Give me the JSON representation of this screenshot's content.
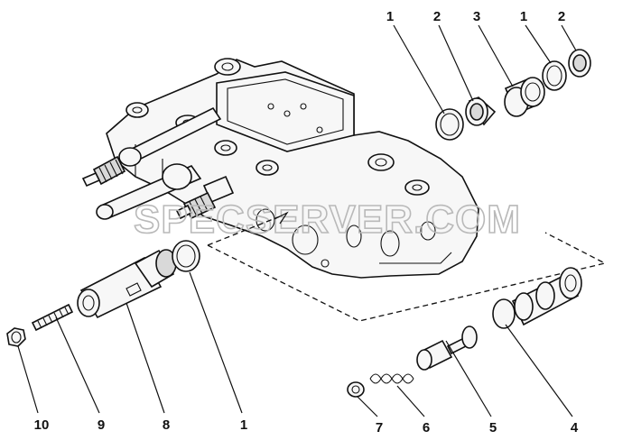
{
  "watermark": "SPECSERVER.COM",
  "callouts": {
    "top_1a": "1",
    "top_2a": "2",
    "top_3": "3",
    "top_1b": "1",
    "top_2b": "2",
    "bottom_10": "10",
    "bottom_9": "9",
    "bottom_8": "8",
    "bottom_1": "1",
    "bottom_7": "7",
    "bottom_6": "6",
    "bottom_5": "5",
    "bottom_4": "4"
  }
}
